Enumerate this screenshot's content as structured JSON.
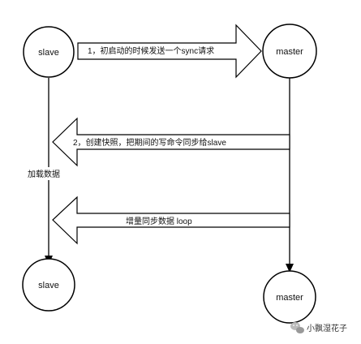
{
  "nodes": {
    "slave_top": "slave",
    "master_top": "master",
    "slave_bottom": "slave",
    "master_bottom": "master"
  },
  "arrows": {
    "sync_request": "1，初启动的时候发送一个sync请求",
    "snapshot": "2，创建快照，把期间的写命令同步给slave",
    "incremental": "增量同步数据 loop"
  },
  "side_label": "加载数据",
  "watermark": {
    "text": "小飘湿花子",
    "icon": "wechat-icon"
  }
}
